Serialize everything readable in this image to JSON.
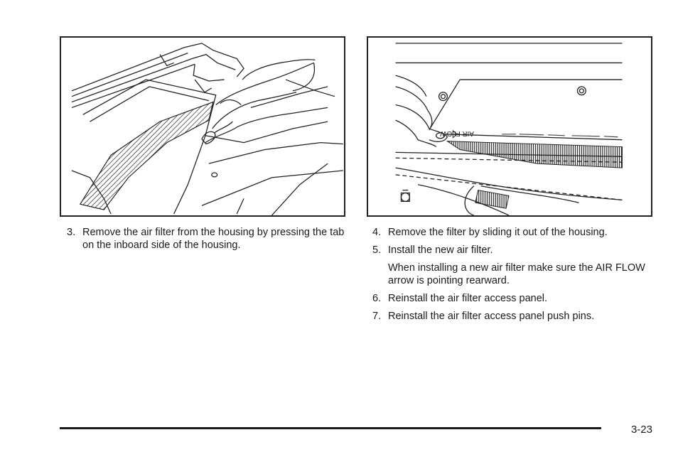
{
  "figures": {
    "right_label": "AIR FLOW"
  },
  "left_steps": [
    {
      "number": "3.",
      "text": "Remove the air filter from the housing by pressing the tab on the inboard side of the housing."
    }
  ],
  "right_steps": [
    {
      "number": "4.",
      "text": "Remove the filter by sliding it out of the housing."
    },
    {
      "number": "5.",
      "text": "Install the new air filter."
    },
    {
      "note": "When installing a new air filter make sure the AIR FLOW arrow is pointing rearward."
    },
    {
      "number": "6.",
      "text": "Reinstall the air filter access panel."
    },
    {
      "number": "7.",
      "text": "Reinstall the air filter access panel push pins."
    }
  ],
  "footer": {
    "page_number": "3-23"
  }
}
